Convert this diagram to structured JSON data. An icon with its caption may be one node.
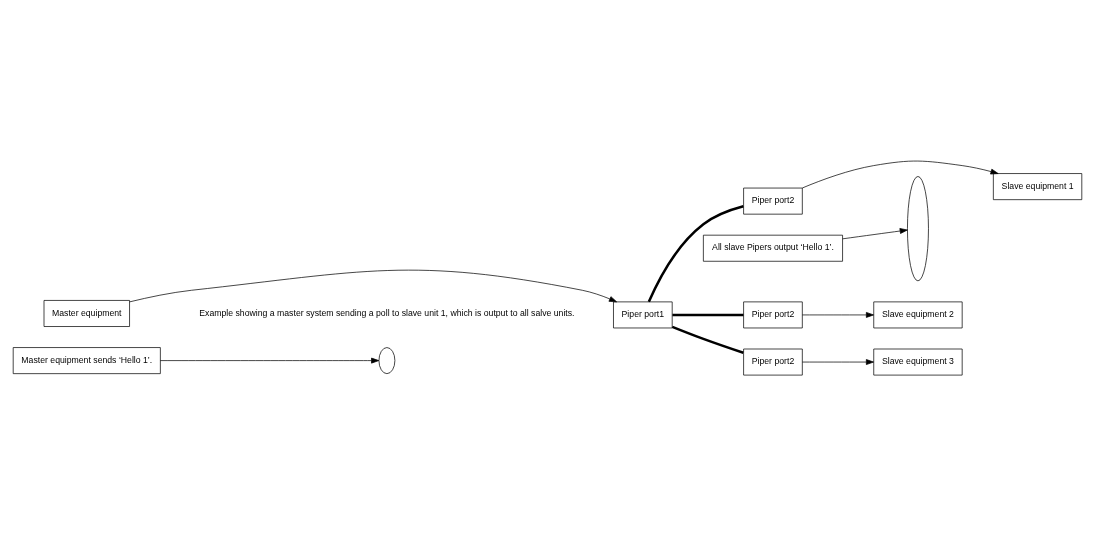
{
  "diagram": {
    "nodes": [
      {
        "text": [
          "Master equipment"
        ]
      },
      {
        "text": [
          "Piper port1"
        ]
      },
      {
        "text": [
          "Piper port2"
        ]
      },
      {
        "text": [
          "Piper port2"
        ]
      },
      {
        "text": [
          "Piper port2"
        ]
      },
      {
        "text": [
          "Slave equipment 1"
        ]
      },
      {
        "text": [
          "Slave equipment 2"
        ]
      },
      {
        "text": [
          "Slave equipment 3"
        ]
      },
      {
        "text": [
          "Master equipment sends ‘Hello 1’."
        ]
      },
      {
        "text": [],
        "shape": "ellipse"
      },
      {
        "text": [
          "All slave Pipers output ‘Hello 1’."
        ]
      },
      {
        "text": [],
        "shape": "ellipse"
      }
    ],
    "edges": [
      {
        "from": 0,
        "to": 1,
        "arrow": "to"
      },
      {
        "from": 1,
        "to": 2,
        "arrow": "none",
        "style": "thick"
      },
      {
        "from": 1,
        "to": 3,
        "arrow": "none",
        "style": "thick"
      },
      {
        "from": 1,
        "to": 4,
        "arrow": "none",
        "style": "thick"
      },
      {
        "from": 2,
        "to": 5,
        "arrow": "to"
      },
      {
        "from": 3,
        "to": 6,
        "arrow": "to"
      },
      {
        "from": 4,
        "to": 7,
        "arrow": "to"
      },
      {
        "from": 8,
        "to": 9,
        "arrow": "to"
      },
      {
        "from": 10,
        "to": 11,
        "arrow": "to"
      }
    ],
    "labels": [
      "Example showing a master system sending a poll to slave unit 1, which is output to all salve units."
    ]
  }
}
